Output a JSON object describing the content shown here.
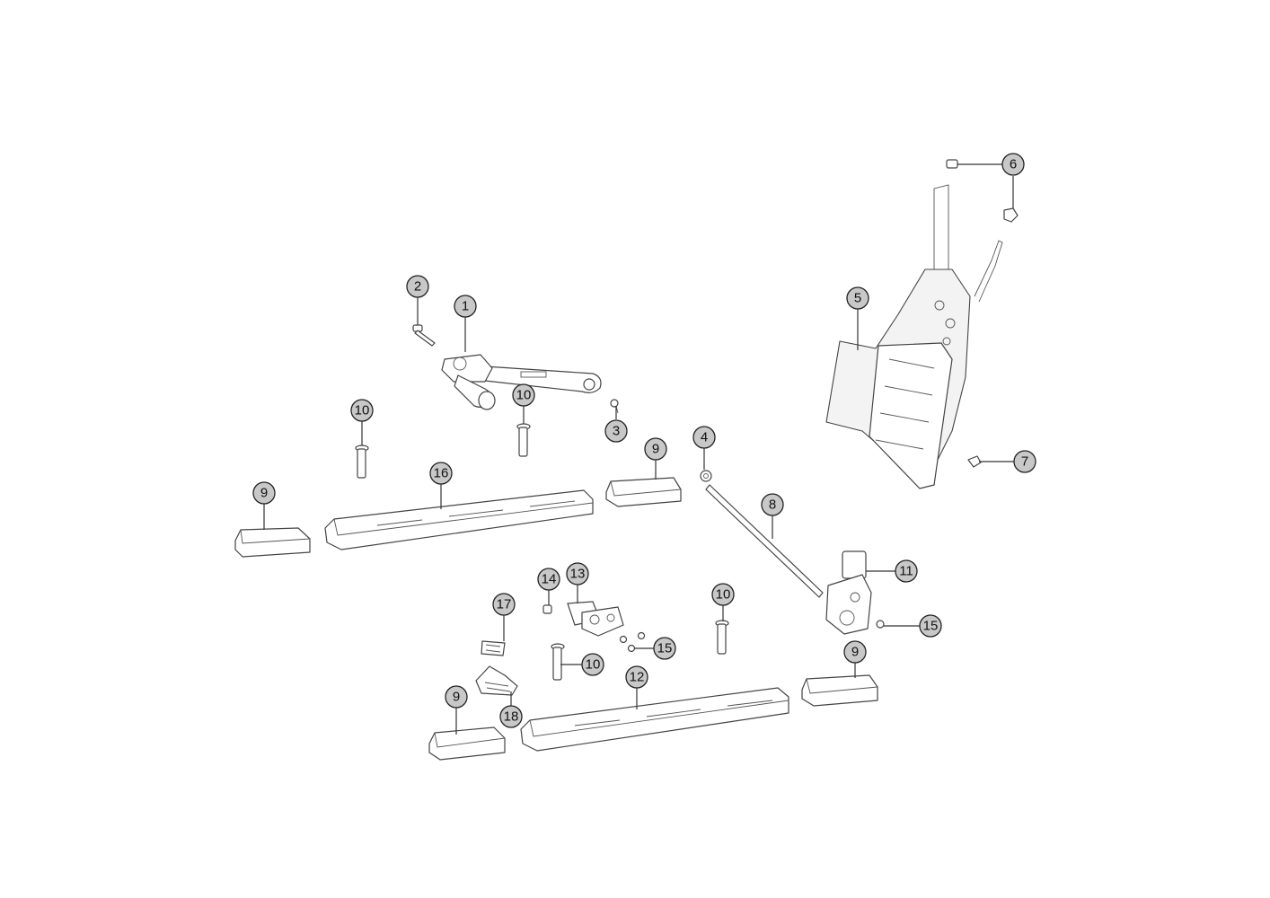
{
  "diagram": {
    "callouts": [
      "1",
      "2",
      "3",
      "4",
      "5",
      "6",
      "7",
      "8",
      "9",
      "9",
      "9",
      "9",
      "10",
      "10",
      "10",
      "10",
      "11",
      "12",
      "13",
      "14",
      "15",
      "15",
      "16",
      "17",
      "18"
    ]
  }
}
